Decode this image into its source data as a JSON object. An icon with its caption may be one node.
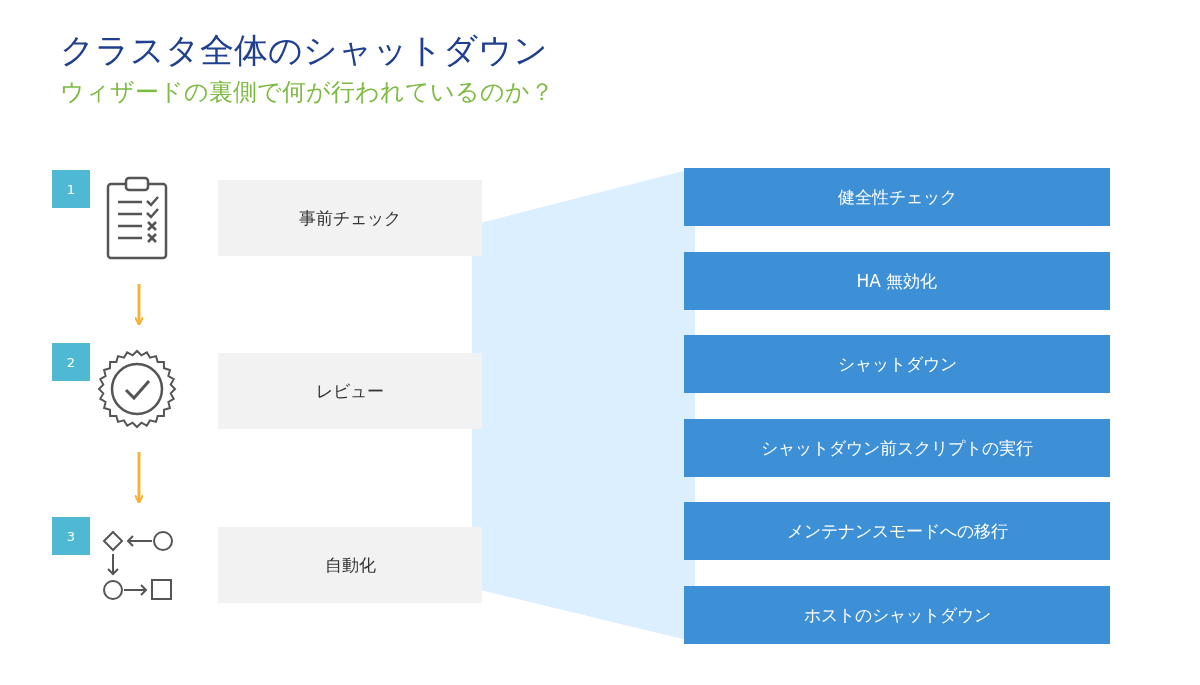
{
  "diagram": {
    "title": "クラスタ全体のシャットダウン",
    "nodes": [
      {
        "text": [],
        "shape": "clipboard"
      },
      {
        "text": [],
        "shape": "badge"
      },
      {
        "text": [],
        "shape": "flowchart"
      },
      {
        "text": [
          "事前チェック"
        ]
      },
      {
        "text": [
          "レビュー"
        ]
      },
      {
        "text": [
          "自動化"
        ]
      },
      {
        "text": [
          "健全性チェック"
        ]
      },
      {
        "text": [
          "HA 無効化"
        ]
      },
      {
        "text": [
          "シャットダウン"
        ]
      },
      {
        "text": [
          "シャットダウン前スクリプトの実行"
        ]
      },
      {
        "text": [
          "メンテナンスモードへの移行"
        ]
      },
      {
        "text": [
          "ホストのシャットダウン"
        ]
      },
      {
        "text": [],
        "shape": "band"
      }
    ],
    "edges": [
      {
        "from": 0,
        "to": 1,
        "arrow": "to",
        "color": "#f5b335"
      },
      {
        "from": 1,
        "to": 2,
        "arrow": "to",
        "color": "#f5b335"
      }
    ],
    "labels": [
      "ウィザードの裏側で何が行われているのか？",
      "1",
      "2",
      "3"
    ]
  }
}
